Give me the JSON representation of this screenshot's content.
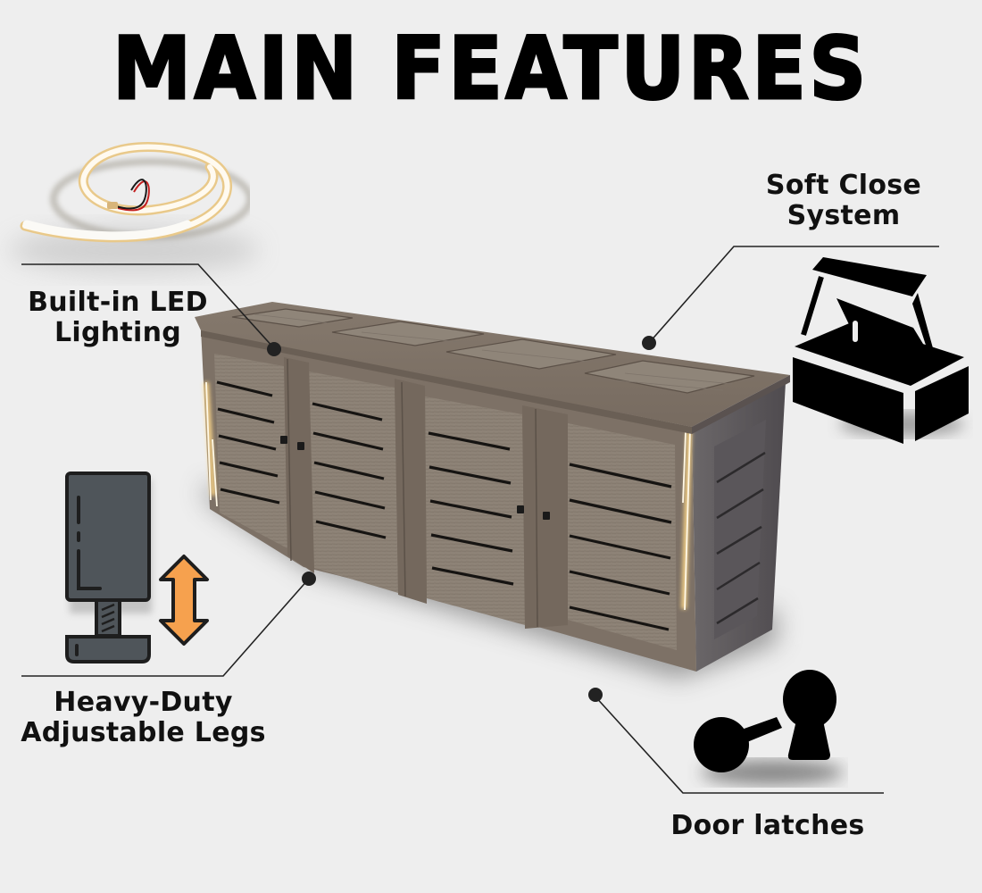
{
  "title": "MAIN FEATURES",
  "features": {
    "led": {
      "line1": "Built-in LED",
      "line2": "Lighting",
      "icon": "led-strip-icon"
    },
    "soft_close": {
      "line1": "Soft Close",
      "line2": "System",
      "icon": "open-box-lid-icon"
    },
    "legs": {
      "line1": "Heavy-Duty",
      "line2": "Adjustable Legs",
      "icon": "adjustable-leg-icon"
    },
    "latches": {
      "line1": "Door latches",
      "icon": "keyhole-latch-icon"
    }
  },
  "product": {
    "name": "4-bay storage cabinet",
    "doors": 4
  },
  "colors": {
    "background": "#eeeeee",
    "cabinet_frame": "#7d7166",
    "cabinet_panel": "#8a7e72",
    "cabinet_side": "#5e5a5e",
    "led_glow": "#fff4d6",
    "leg_icon_gray": "#4f555a",
    "arrow_orange": "#f6a14e",
    "callout_line": "#222222"
  }
}
